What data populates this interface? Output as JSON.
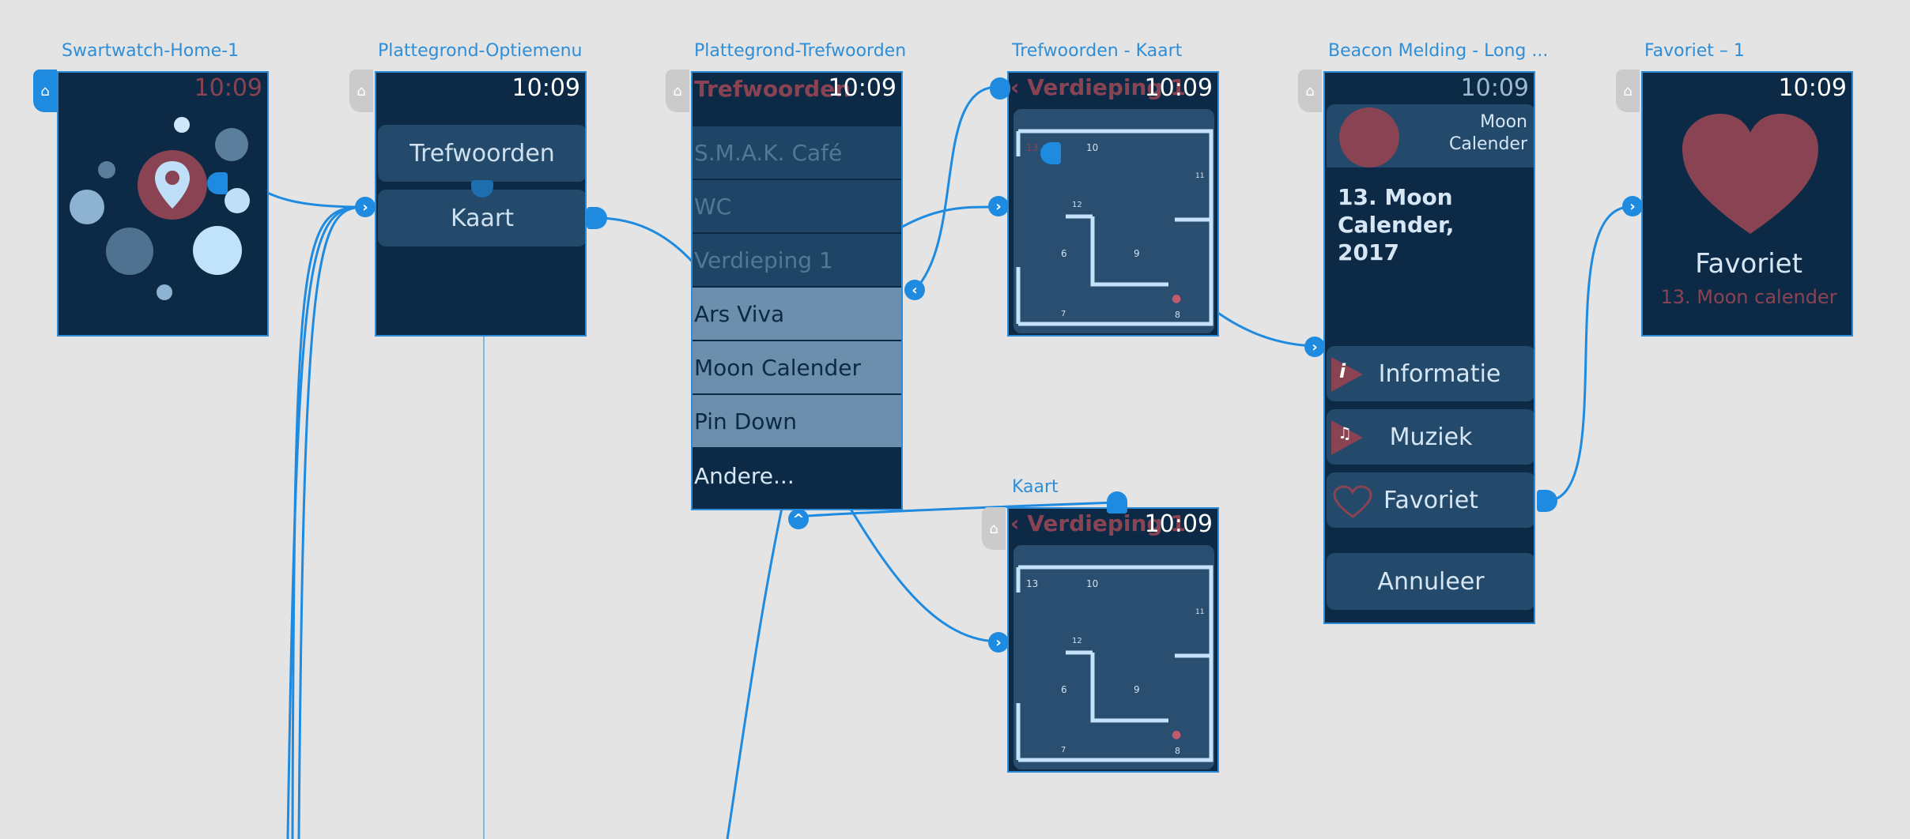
{
  "artboards": {
    "home": {
      "label": "Swartwatch-Home-1",
      "time": "10:09"
    },
    "optiemenu": {
      "label": "Plattegrond-Optiemenu",
      "time": "10:09",
      "btn1": "Trefwoorden",
      "btn2": "Kaart"
    },
    "trefwoorden": {
      "label": "Plattegrond-Trefwoorden",
      "title": "Trefwoorden",
      "time": "10:09",
      "items": [
        "S.M.A.K. Café",
        "WC",
        "Verdieping 1",
        "Ars Viva",
        "Moon Calender",
        "Pin Down",
        "Andere..."
      ]
    },
    "trefkaart": {
      "label": "Trefwoorden - Kaart",
      "back": "Verdieping 1",
      "time": "10:09"
    },
    "kaart": {
      "label": "Kaart",
      "back": "Verdieping 1",
      "time": "10:09"
    },
    "beacon": {
      "label": "Beacon Melding - Long ...",
      "time": "10:09",
      "app_line1": "Moon",
      "app_line2": "Calender",
      "headline": "13. Moon Calender, 2017",
      "btn_info": "Informatie",
      "btn_music": "Muziek",
      "btn_fav": "Favoriet",
      "btn_cancel": "Annuleer"
    },
    "favoriet": {
      "label": "Favoriet – 1",
      "time": "10:09",
      "title": "Favoriet",
      "subtitle": "13. Moon calender"
    }
  },
  "map_numbers": {
    "n13": "13",
    "n10": "10",
    "n11": "11",
    "n12": "12",
    "n6": "6",
    "n9": "9",
    "n7": "7",
    "n8": "8"
  },
  "colors": {
    "canvas": "#e4e4e4",
    "link": "#1e8be0",
    "watch_bg": "#0c2a46",
    "accent_red": "#8a4352"
  },
  "icons": {
    "home": "home-icon",
    "pin": "map-pin-icon",
    "info": "info-icon",
    "music": "music-note-icon",
    "heart": "heart-icon",
    "back": "chevron-left-icon"
  }
}
